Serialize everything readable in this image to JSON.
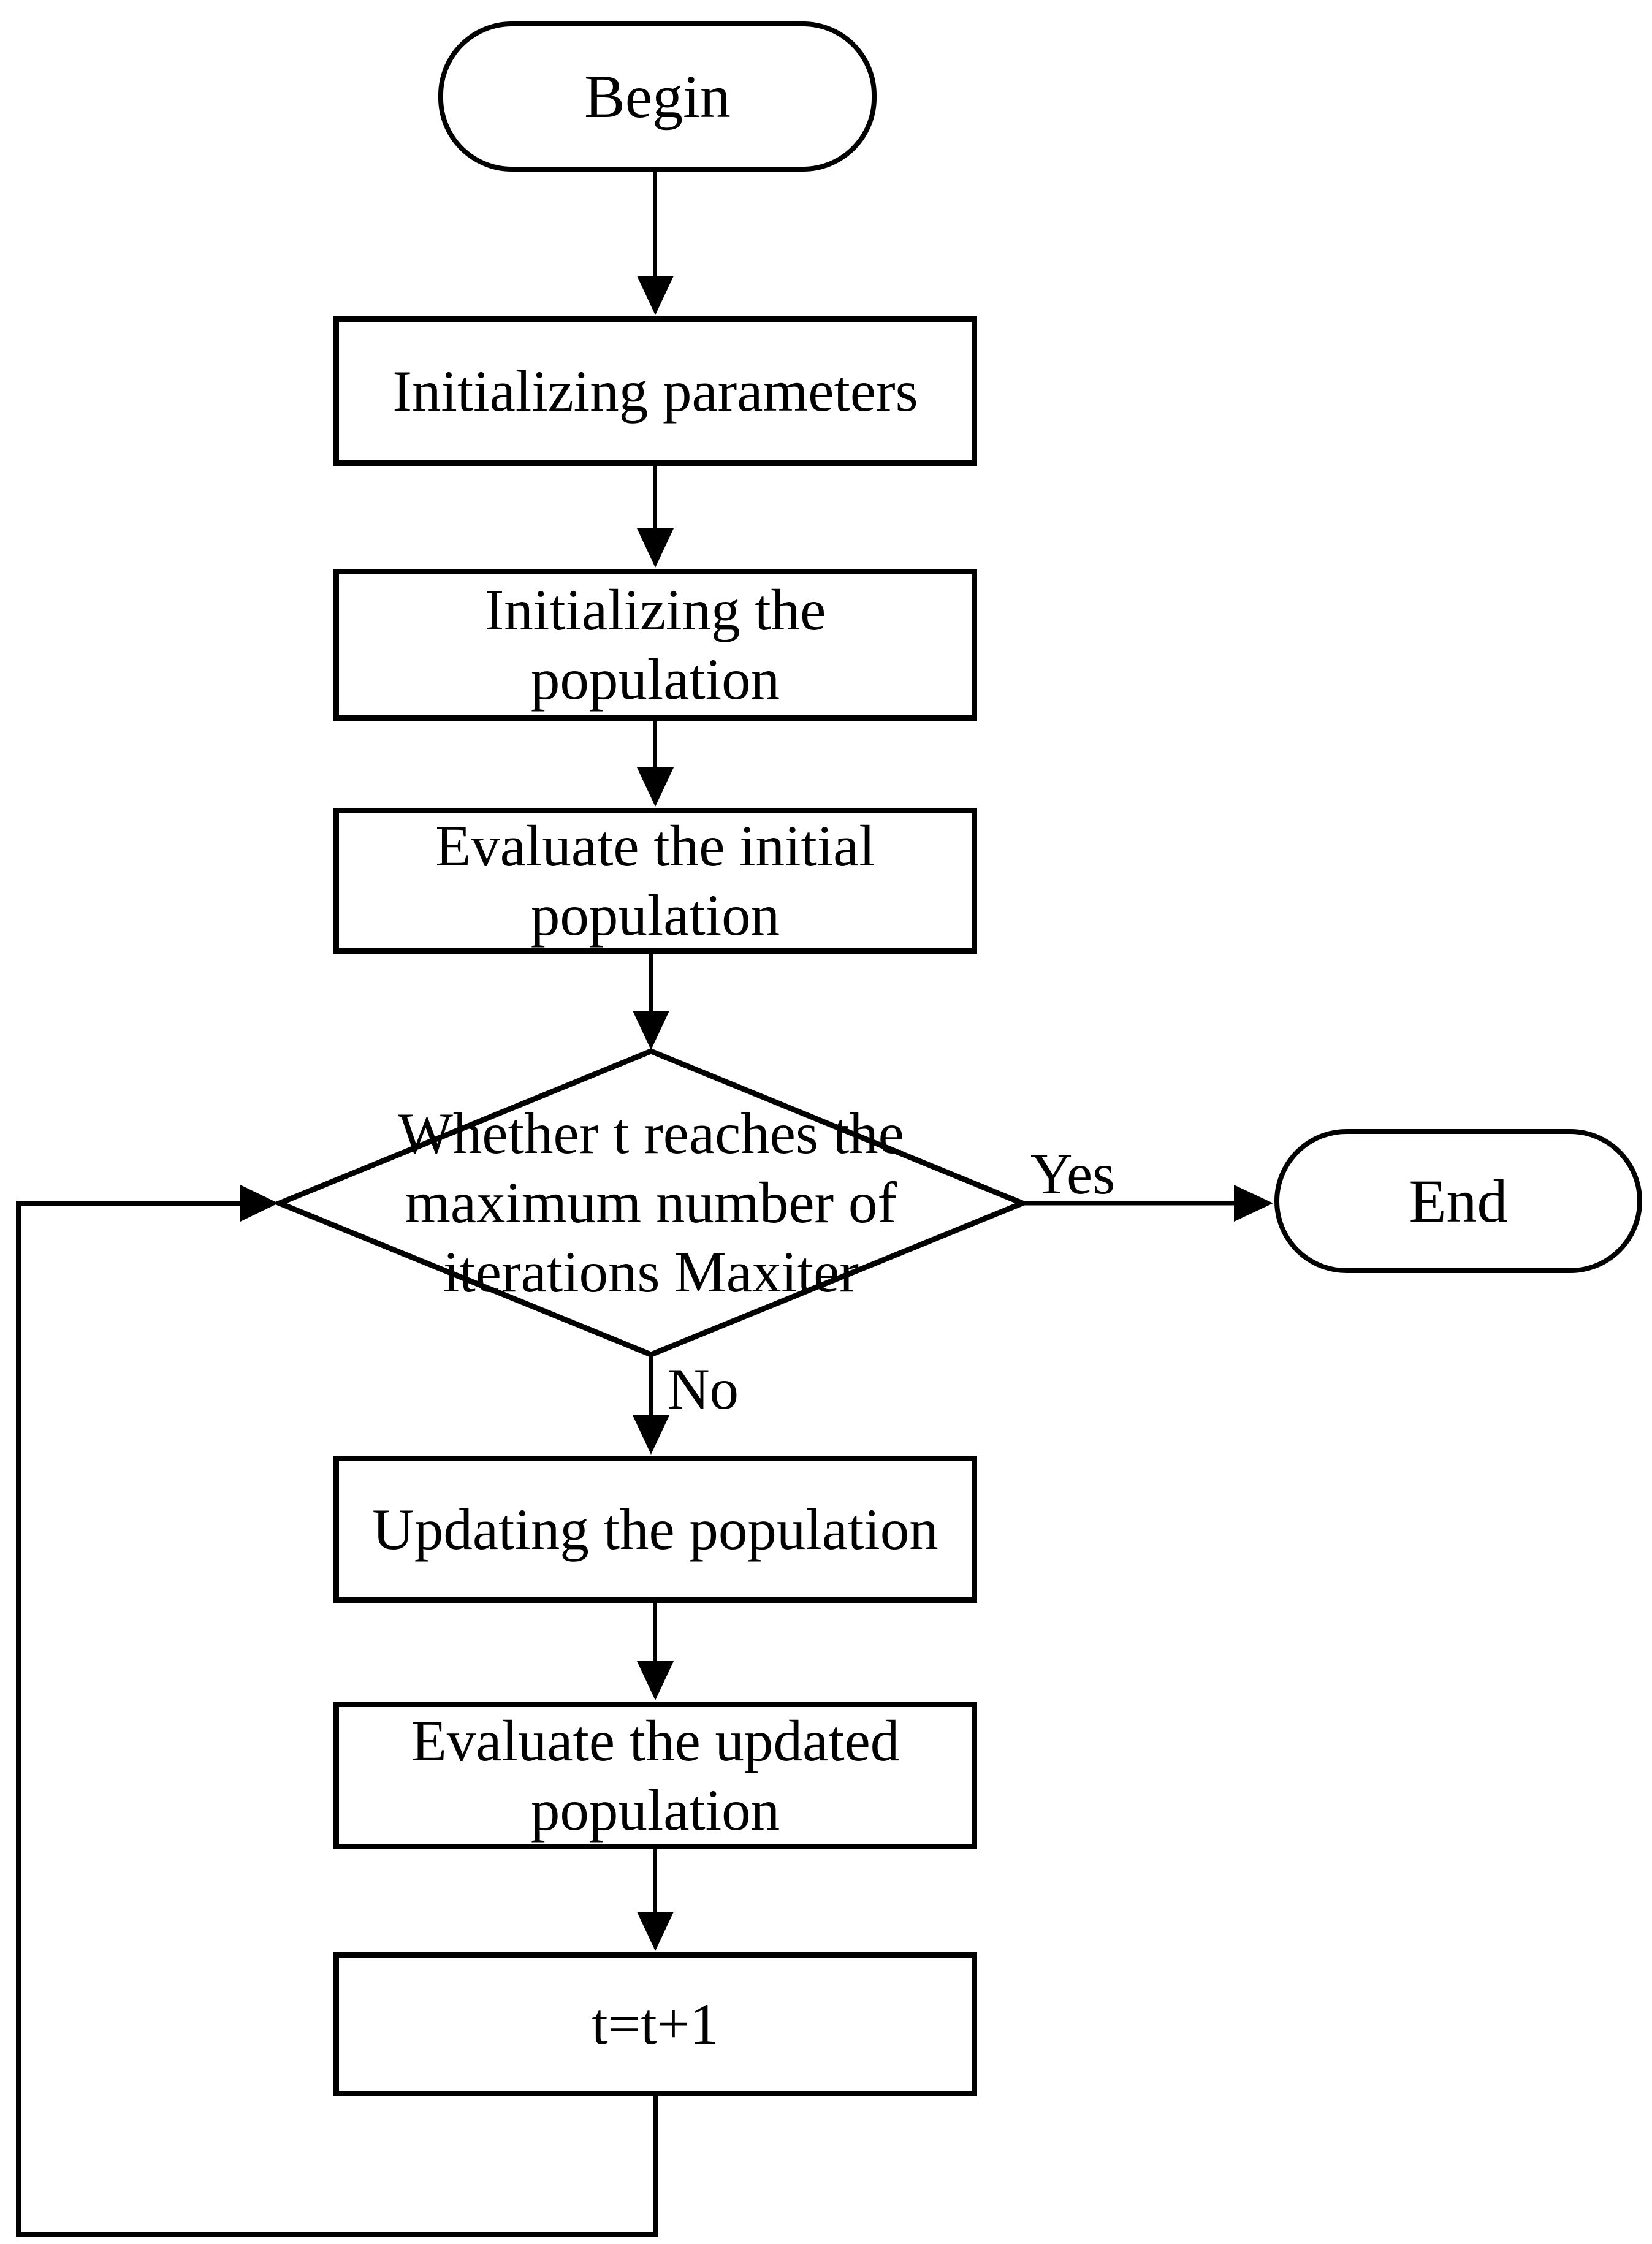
{
  "flowchart": {
    "begin": {
      "label": "Begin"
    },
    "step1": {
      "label": "Initializing parameters"
    },
    "step2": {
      "lines": [
        "Initializing the",
        "population"
      ]
    },
    "step3": {
      "lines": [
        "Evaluate the initial",
        "population"
      ]
    },
    "decision": {
      "lines": [
        "Whether t reaches the",
        "maximum number of",
        "iterations Maxiter"
      ]
    },
    "end": {
      "label": "End"
    },
    "step4": {
      "label": "Updating the population"
    },
    "step5": {
      "lines": [
        "Evaluate the updated",
        "population"
      ]
    },
    "step6": {
      "label": "t=t+1"
    },
    "edge_labels": {
      "yes": "Yes",
      "no": "No"
    },
    "colors": {
      "stroke": "#000000",
      "fill": "#ffffff",
      "text": "#000000"
    }
  }
}
